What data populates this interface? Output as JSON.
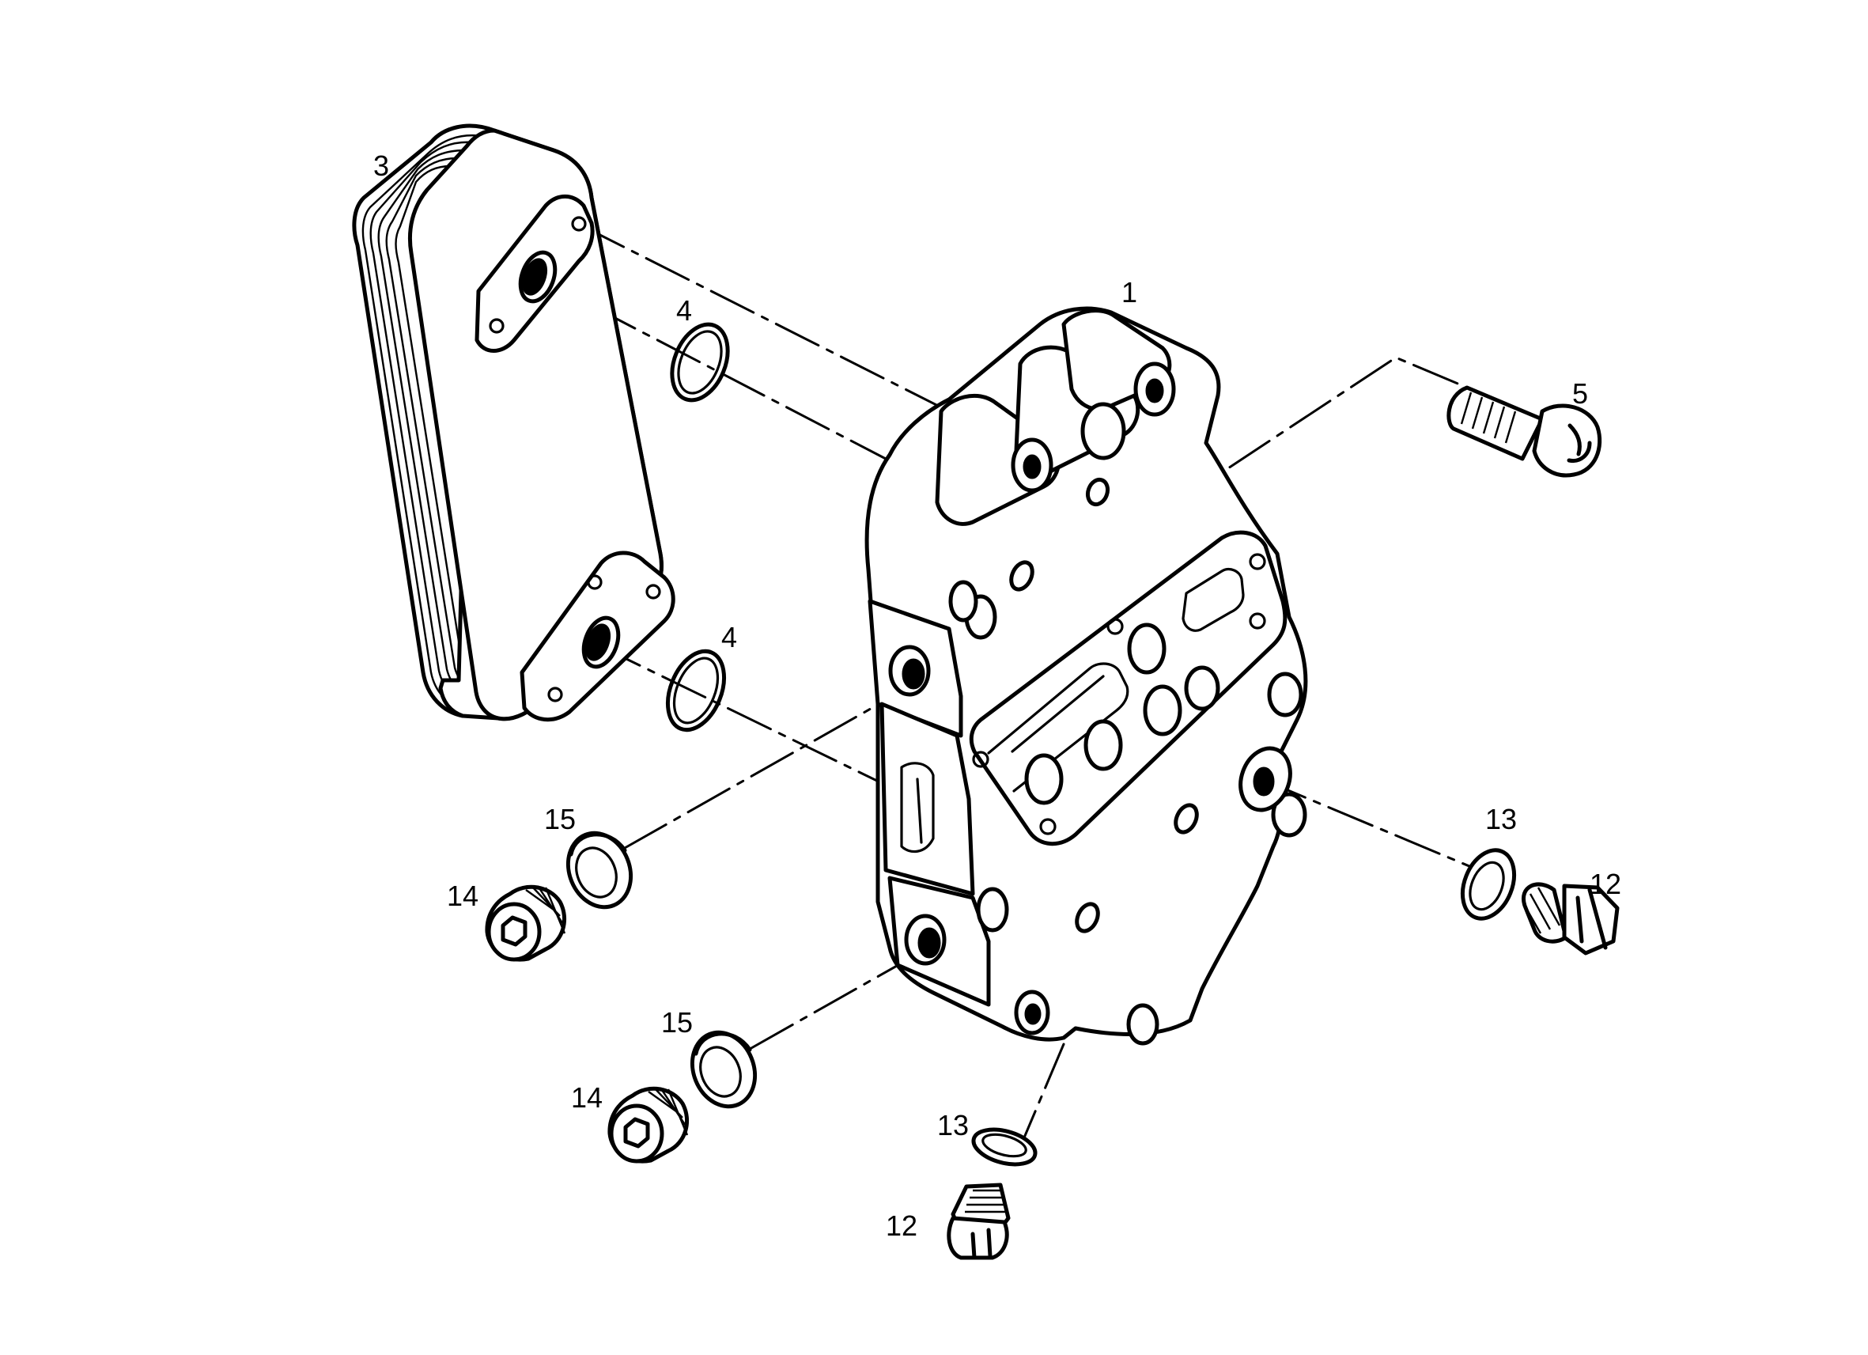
{
  "diagram": {
    "colors": {
      "ink": "#000000",
      "paper": "#ffffff"
    },
    "callouts": [
      {
        "id": "c1",
        "label": "1"
      },
      {
        "id": "c3",
        "label": "3"
      },
      {
        "id": "c4a",
        "label": "4"
      },
      {
        "id": "c4b",
        "label": "4"
      },
      {
        "id": "c5",
        "label": "5"
      },
      {
        "id": "c12a",
        "label": "12"
      },
      {
        "id": "c12b",
        "label": "12"
      },
      {
        "id": "c13a",
        "label": "13"
      },
      {
        "id": "c13b",
        "label": "13"
      },
      {
        "id": "c14a",
        "label": "14"
      },
      {
        "id": "c14b",
        "label": "14"
      },
      {
        "id": "c15a",
        "label": "15"
      },
      {
        "id": "c15b",
        "label": "15"
      }
    ]
  }
}
